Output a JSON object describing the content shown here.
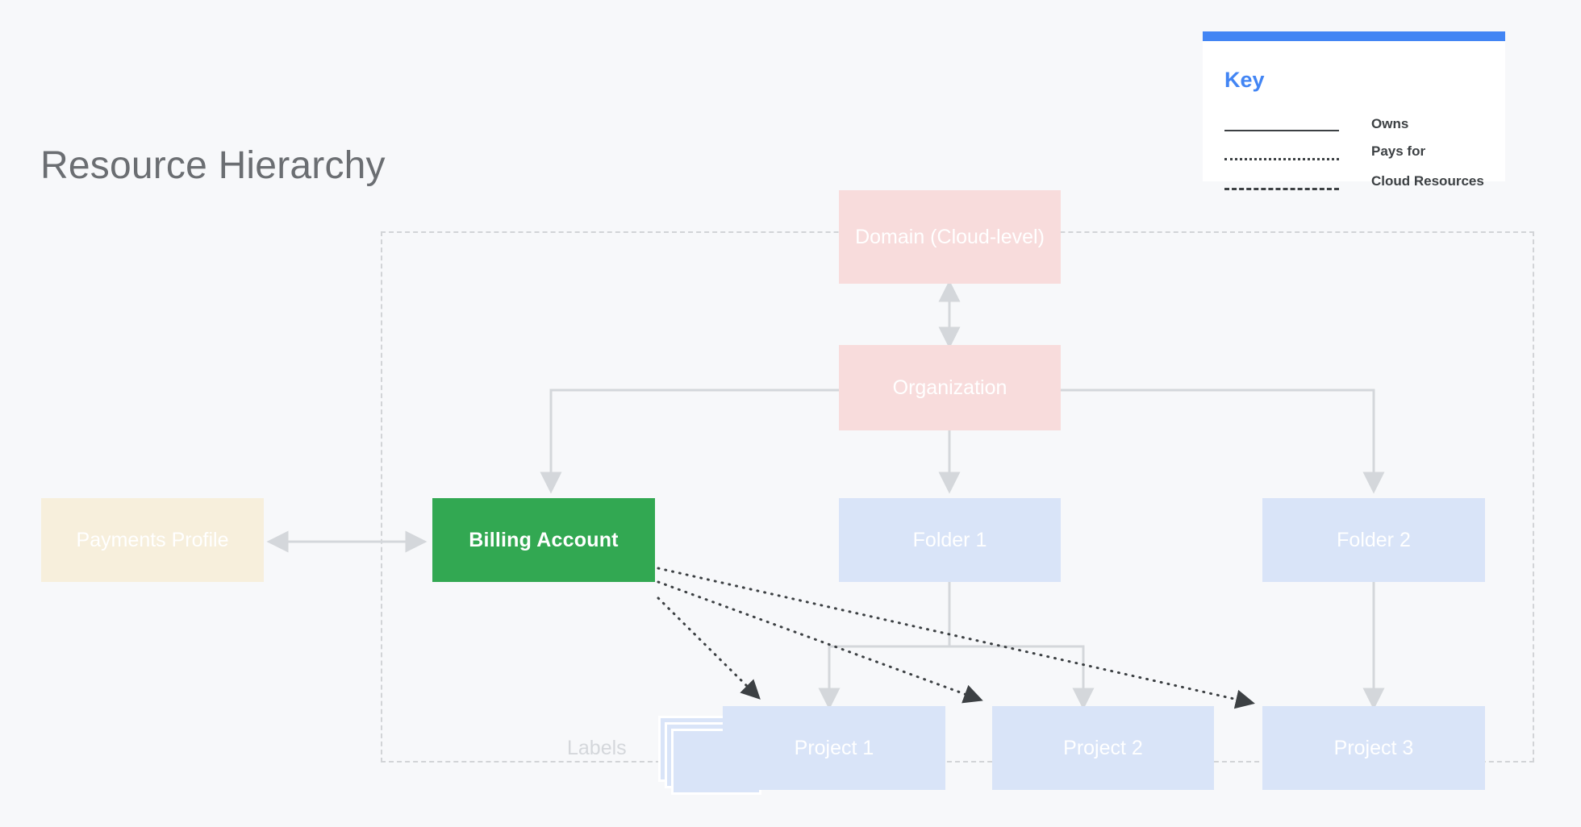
{
  "page": {
    "title": "Resource Hierarchy",
    "background_color": "#F7F8FA"
  },
  "key": {
    "title": "Key",
    "accent_color": "#4285F4",
    "items": [
      {
        "style": "solid",
        "label": "Owns"
      },
      {
        "style": "dotted",
        "label": "Pays for"
      },
      {
        "style": "dashed",
        "label": "Cloud Resources"
      }
    ]
  },
  "diagram": {
    "type": "hierarchy",
    "cloud_boundary_label": "Cloud Resources",
    "nodes": [
      {
        "id": "domain",
        "label": "Domain (Cloud-level)",
        "color": "#F8DCDC",
        "text_color": "#FFFFFF"
      },
      {
        "id": "organization",
        "label": "Organization",
        "color": "#F8DCDC",
        "text_color": "#FFFFFF"
      },
      {
        "id": "payments-profile",
        "label": "Payments Profile",
        "color": "#F7EFDC",
        "text_color": "#FFFFFF"
      },
      {
        "id": "billing-account",
        "label": "Billing Account",
        "color": "#32A852",
        "text_color": "#FFFFFF"
      },
      {
        "id": "folder-1",
        "label": "Folder 1",
        "color": "#D9E4F8",
        "text_color": "#FFFFFF"
      },
      {
        "id": "folder-2",
        "label": "Folder 2",
        "color": "#D9E4F8",
        "text_color": "#FFFFFF"
      },
      {
        "id": "project-1",
        "label": "Project 1",
        "color": "#D9E4F8",
        "text_color": "#FFFFFF"
      },
      {
        "id": "project-2",
        "label": "Project 2",
        "color": "#D9E4F8",
        "text_color": "#FFFFFF"
      },
      {
        "id": "project-3",
        "label": "Project 3",
        "color": "#D9E4F8",
        "text_color": "#FFFFFF"
      }
    ],
    "labels_annotation": "Labels",
    "edges": [
      {
        "from": "domain",
        "to": "organization",
        "style": "solid",
        "direction": "both"
      },
      {
        "from": "organization",
        "to": "billing-account",
        "style": "solid",
        "direction": "to"
      },
      {
        "from": "organization",
        "to": "folder-1",
        "style": "solid",
        "direction": "to"
      },
      {
        "from": "organization",
        "to": "folder-2",
        "style": "solid",
        "direction": "to"
      },
      {
        "from": "payments-profile",
        "to": "billing-account",
        "style": "solid",
        "direction": "both"
      },
      {
        "from": "folder-1",
        "to": "project-1",
        "style": "solid",
        "direction": "to"
      },
      {
        "from": "folder-1",
        "to": "project-2",
        "style": "solid",
        "direction": "to"
      },
      {
        "from": "folder-2",
        "to": "project-3",
        "style": "solid",
        "direction": "to"
      },
      {
        "from": "billing-account",
        "to": "project-1",
        "style": "dotted",
        "direction": "to"
      },
      {
        "from": "billing-account",
        "to": "project-2",
        "style": "dotted",
        "direction": "to"
      },
      {
        "from": "billing-account",
        "to": "project-3",
        "style": "dotted",
        "direction": "to"
      }
    ]
  }
}
